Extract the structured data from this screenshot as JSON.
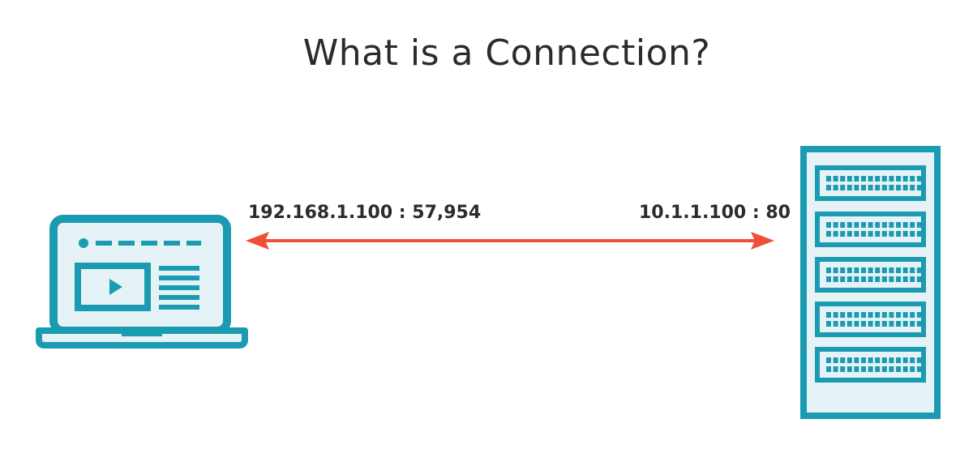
{
  "slide": {
    "title": "What is a Connection?"
  },
  "connection": {
    "client_address": "192.168.1.100 : 57,954",
    "server_address": "10.1.1.100 : 80",
    "arrow_color": "#f04e35",
    "direction": "bidirectional"
  },
  "colors": {
    "device_stroke": "#1b9bb1",
    "device_fill": "#e6f3f6",
    "title_text": "#2b2b2b",
    "address_text": "#2b2b2b"
  },
  "icons": {
    "client": "laptop-icon",
    "server": "server-rack-icon",
    "media": "play-icon"
  }
}
